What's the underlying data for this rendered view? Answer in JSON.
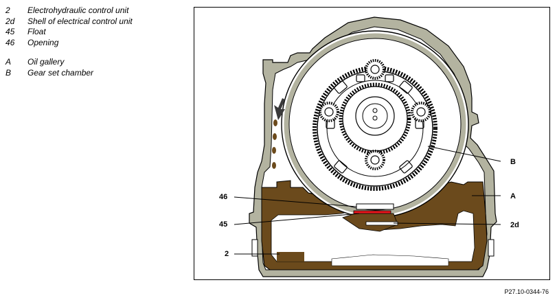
{
  "legend": {
    "items": [
      {
        "key": "2",
        "text": "Electrohydraulic control unit"
      },
      {
        "key": "2d",
        "text": "Shell of electrical control unit"
      },
      {
        "key": "45",
        "text": "Float"
      },
      {
        "key": "46",
        "text": "Opening"
      }
    ],
    "areas": [
      {
        "key": "A",
        "text": "Oil gallery"
      },
      {
        "key": "B",
        "text": "Gear set chamber"
      }
    ]
  },
  "callouts": {
    "c46": "46",
    "c45": "45",
    "c2": "2",
    "cB": "B",
    "cA": "A",
    "c2d": "2d"
  },
  "reference_code": "P27.10-0344-76",
  "colors": {
    "housing": "#b3b3a0",
    "oil": "#6b4a1c",
    "float": "#e8161c",
    "line": "#000000"
  }
}
